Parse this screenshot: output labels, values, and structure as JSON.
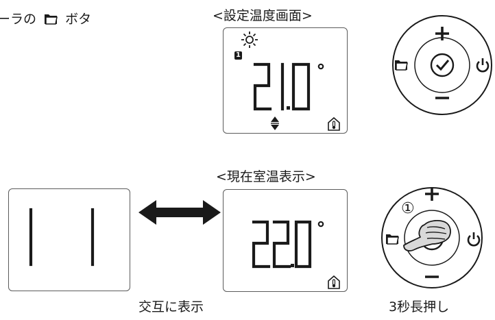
{
  "header": {
    "caption_partial": "ーラの",
    "caption_suffix": "ボタ"
  },
  "setpoint_screen": {
    "title": "<設定温度画面>",
    "mode_icon": "sun-icon",
    "program_badge": "1",
    "digits": "21.0",
    "degree": "°",
    "arrows_icon": "up-down-arrows-icon",
    "thermometer_icon": "thermometer-icon"
  },
  "room_temp_screen": {
    "title": "<現在室温表示>",
    "digits": "22.0",
    "degree": "°",
    "thermometer_icon": "thermometer-icon"
  },
  "alternate_screen": {
    "digits": "1 1"
  },
  "arrow": {
    "icon": "double-arrow-icon",
    "caption": "交互に表示"
  },
  "controller_top": {
    "plus_icon": "plus-icon",
    "minus_icon": "minus-icon",
    "folder_icon": "folder-icon",
    "check_icon": "check-icon",
    "power_icon": "power-icon"
  },
  "controller_bottom": {
    "step_marker": "①",
    "hand_icon": "pointing-hand-icon",
    "caption": "3秒長押し"
  }
}
